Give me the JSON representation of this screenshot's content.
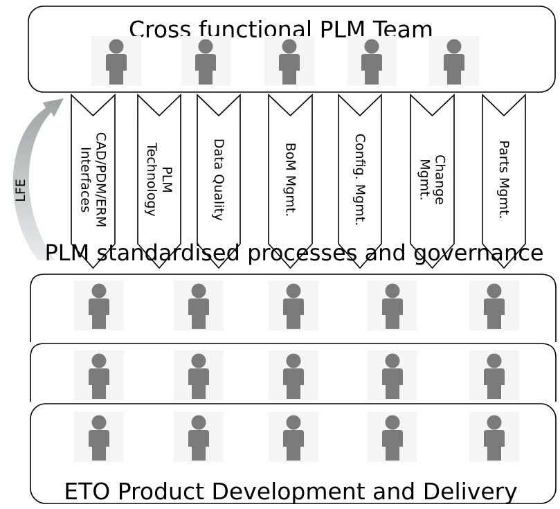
{
  "top_team": {
    "title": "Cross functional PLM Team",
    "person_icon_count": 5
  },
  "side_arrow": {
    "label": "LFE"
  },
  "chevrons": [
    {
      "lines": [
        "CAD/PDM/ERM",
        "Interfaces"
      ]
    },
    {
      "lines": [
        "PLM",
        "Technology"
      ]
    },
    {
      "lines": [
        "Data Quality"
      ]
    },
    {
      "lines": [
        "BoM Mgmt."
      ]
    },
    {
      "lines": [
        "Config. Mgmt."
      ]
    },
    {
      "lines": [
        "Change",
        "Mgmt."
      ]
    },
    {
      "lines": [
        "Parts Mgmt."
      ]
    }
  ],
  "governance_label": "PLM standardised processes and governance",
  "teams": {
    "rows": 3,
    "person_icons_per_row": 5
  },
  "bottom_label": "ETO Product Development and Delivery",
  "colors": {
    "person_icon": "#7a7a7a",
    "person_tile": "#f5f5f5",
    "arrow_gradient_start": "#e9ecec",
    "arrow_gradient_end": "#9ea3a3",
    "box_stroke": "#000000"
  }
}
